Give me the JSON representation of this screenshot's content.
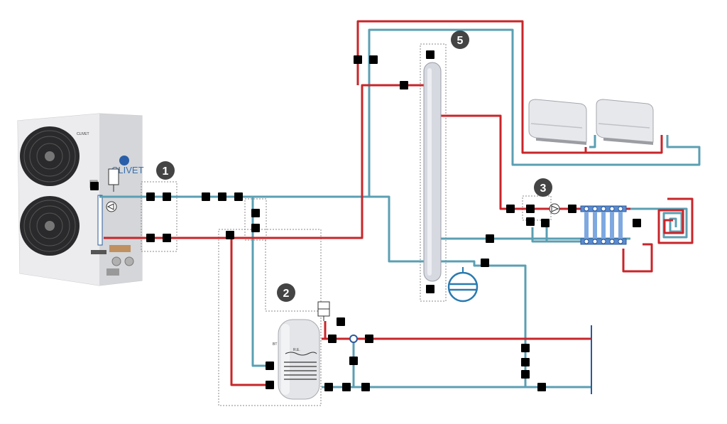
{
  "markers": [
    {
      "id": "1",
      "label": "1"
    },
    {
      "id": "2",
      "label": "2"
    },
    {
      "id": "3",
      "label": "3"
    },
    {
      "id": "5",
      "label": "5"
    }
  ],
  "heat_pump": {
    "brand": "CLIVET",
    "logo_small": "CLIVET"
  },
  "tank": {
    "label_top": "BT",
    "label_coil": "R.E."
  },
  "colors": {
    "hot": "#c8252a",
    "cold": "#5b9fb3",
    "marker": "#444444"
  },
  "icons": [
    "valve-icon",
    "pump-icon",
    "expansion-vessel-icon",
    "heat-exchanger-icon",
    "manifold-icon",
    "fan-icon"
  ]
}
